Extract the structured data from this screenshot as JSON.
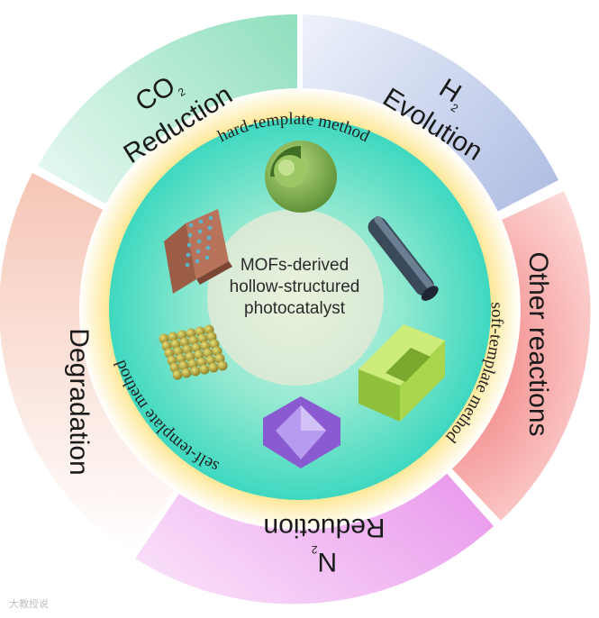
{
  "center": {
    "lines": [
      "MOFs-derived",
      "hollow-structured",
      "photocatalyst"
    ]
  },
  "sectors": [
    {
      "id": "co2",
      "line1": "CO",
      "sub": "2",
      "line2": "Reduction",
      "color": "#9ee3c4"
    },
    {
      "id": "h2",
      "line1": "H",
      "sub": "2",
      "line2": "Evolution",
      "color": "#aebde4"
    },
    {
      "id": "other",
      "label": "Other reactions",
      "color": "#ef6f6f"
    },
    {
      "id": "n2",
      "line1": "N",
      "sub": "2",
      "line2": "Reduction",
      "color": "#e67fe8"
    },
    {
      "id": "degradation",
      "label": "Degradation",
      "color": "#ef9f86"
    }
  ],
  "ring_methods": {
    "hard": "hard-template method",
    "soft": "soft-template method",
    "self": "self-template method"
  },
  "illustrations": [
    {
      "name": "hollow-sphere-icon"
    },
    {
      "name": "hollow-nanotube-icon"
    },
    {
      "name": "hollow-cube-icon"
    },
    {
      "name": "octahedron-icon"
    },
    {
      "name": "nanoparticle-cube-icon"
    },
    {
      "name": "porous-sheet-icon"
    }
  ],
  "watermark": "大教授说"
}
